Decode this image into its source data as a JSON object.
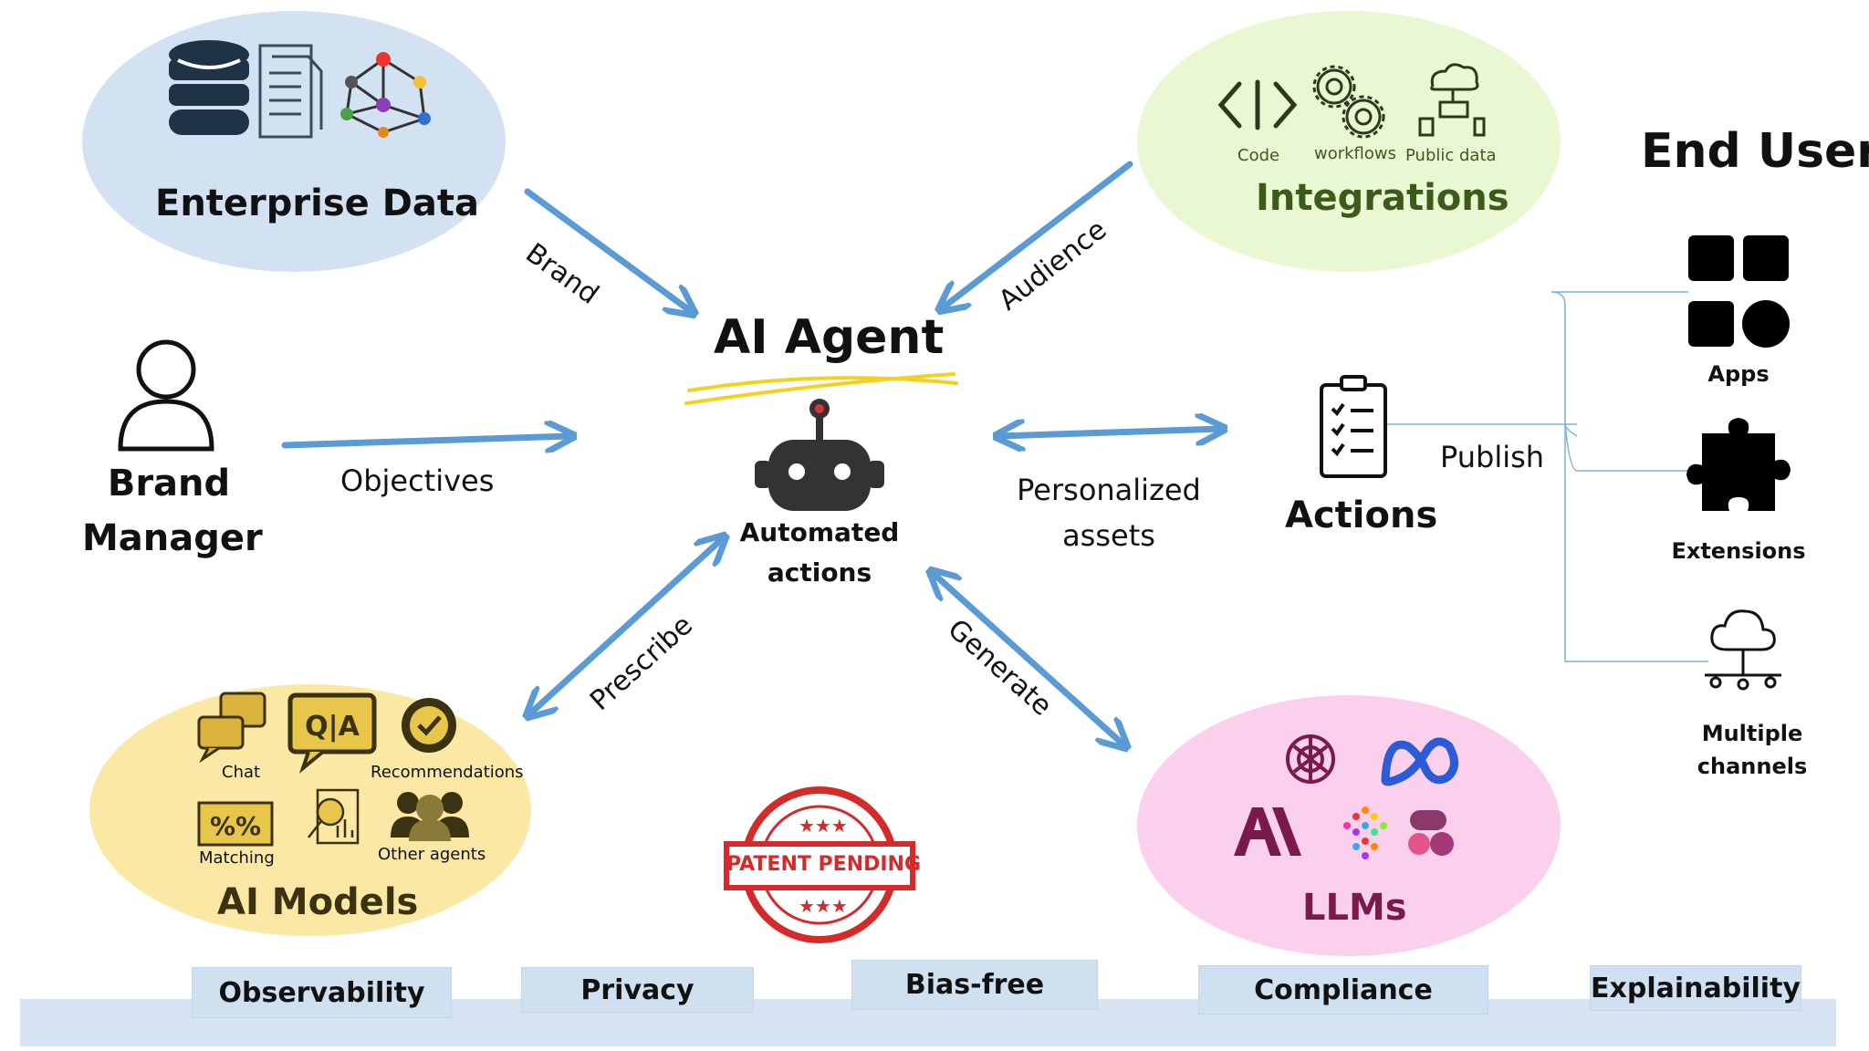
{
  "center": {
    "title": "AI Agent",
    "subtitle": "Automated actions"
  },
  "nodes": {
    "enterprise": "Enterprise Data",
    "integrations": {
      "title": "Integrations",
      "items": [
        "Code",
        "workflows",
        "Public data"
      ]
    },
    "brand_manager": "Brand Manager",
    "actions": "Actions",
    "ai_models": {
      "title": "AI Models",
      "items": [
        "Chat",
        "Recommendations",
        "Matching",
        "Other agents"
      ]
    },
    "llms": {
      "title": "LLMs"
    }
  },
  "edges": {
    "brand": "Brand",
    "audience": "Audience",
    "objectives": "Objectives",
    "personalized": "Personalized assets",
    "prescribe": "Prescribe",
    "generate": "Generate",
    "publish": "Publish"
  },
  "end_user": {
    "title": "End User",
    "items": [
      "Apps",
      "Extensions",
      "Multiple channels"
    ]
  },
  "stamp": "PATENT PENDING",
  "principles": [
    "Observability",
    "Privacy",
    "Bias-free",
    "Compliance",
    "Explainability"
  ],
  "colors": {
    "arrow": "#5b9bd5",
    "enterprise_bg": "#d3e2f2",
    "integrations_bg": "#eaf7d3",
    "models_bg": "#fbe8a4",
    "llms_bg": "#fbd0ec",
    "integrations_text": "#3c5a1a",
    "models_text": "#3a3210",
    "stamp": "#d42a2a"
  }
}
